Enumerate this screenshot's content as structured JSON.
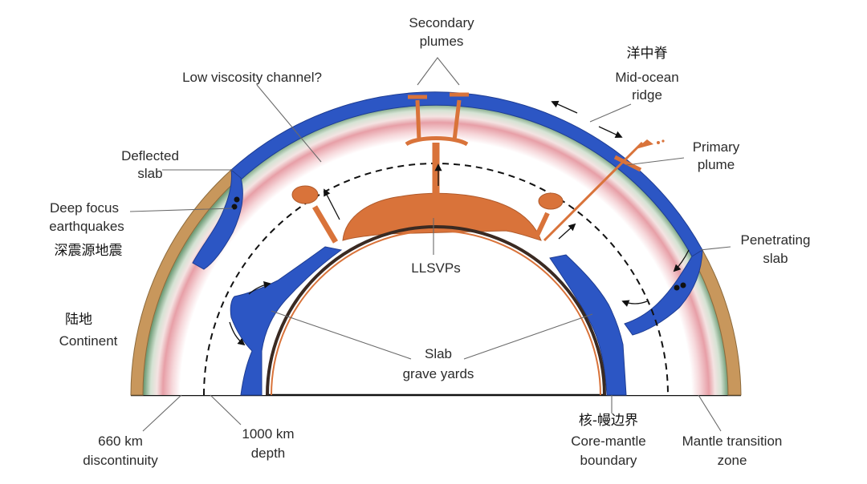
{
  "colors": {
    "crust_continent": "#c8975c",
    "slab_blue": "#2c56c4",
    "plume_orange": "#d9733a",
    "transition_green": "#7fa883",
    "lower_mantle_pink": "#e7a6ad",
    "core_line": "#3a2a22",
    "leader_gray": "#6a6a6a"
  },
  "labels": {
    "secondary_plumes_1": "Secondary",
    "secondary_plumes_2": "plumes",
    "low_viscosity": "Low viscosity channel?",
    "mid_ocean_cn": "洋中脊",
    "mid_ocean_1": "Mid-ocean",
    "mid_ocean_2": "ridge",
    "deflected_1": "Deflected",
    "deflected_2": "slab",
    "primary_1": "Primary",
    "primary_2": "plume",
    "deep_focus_1": "Deep focus",
    "deep_focus_2": "earthquakes",
    "deep_focus_cn": "深震源地震",
    "penetrating_1": "Penetrating",
    "penetrating_2": "slab",
    "llsvps": "LLSVPs",
    "continent_cn": "陆地",
    "continent": "Continent",
    "slab_grave_1": "Slab",
    "slab_grave_2": "grave yards",
    "cmb_cn": "核-幔边界",
    "cmb_1": "Core-mantle",
    "cmb_2": "boundary",
    "disc_660_1": "660 km",
    "disc_660_2": "discontinuity",
    "depth_1000_1": "1000 km",
    "depth_1000_2": "depth",
    "transition_1": "Mantle transition",
    "transition_2": "zone"
  },
  "icons": [
    "flow-arrow-icon",
    "earthquake-dot-icon"
  ]
}
